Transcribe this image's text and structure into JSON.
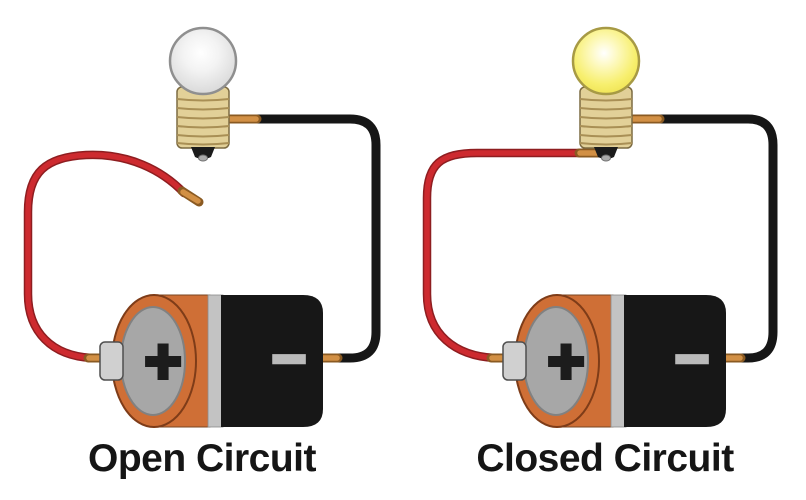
{
  "diagram": {
    "circuits": [
      {
        "label": "Open Circuit",
        "bulb_state": "off",
        "red_wire_connected": false
      },
      {
        "label": "Closed Circuit",
        "bulb_state": "on",
        "red_wire_connected": true
      }
    ],
    "battery": {
      "positive_symbol": "+",
      "negative_symbol": "−"
    },
    "colors": {
      "wire_red": "#cd2a2f",
      "wire_red_outline": "#8e1d20",
      "wire_black": "#161616",
      "copper_tip": "#d29045",
      "copper_tip_outline": "#8a5a22",
      "battery_orange": "#cf6f36",
      "battery_band_gray": "#c3c3c3",
      "battery_black": "#171717",
      "battery_cap_inner_gray": "#a7a7a7",
      "terminal_nub_gray": "#d0d0d0",
      "bulb_base_tan": "#e2d098",
      "bulb_thread_brown": "#a98f55",
      "bulb_off_fill": "#e3e3e3",
      "bulb_on_fill": "#f4ec5f",
      "label_text": "#151515",
      "background": "#ffffff"
    }
  }
}
